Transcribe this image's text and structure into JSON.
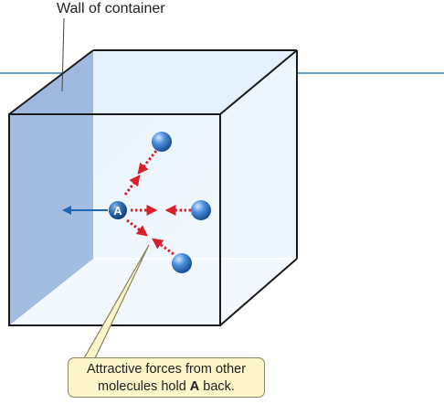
{
  "labels": {
    "wall": "Wall of container",
    "molecule_a": "A",
    "callout_line1": "Attractive forces from other",
    "callout_line2_before": "molecules hold ",
    "callout_line2_bold": "A",
    "callout_line2_after": " back."
  },
  "colors": {
    "wall_fill": "#9fb8df",
    "container_face": "#eaf3fc",
    "edge": "#1a1a1a",
    "surface_line": "#3a82b8",
    "force_arrow": "#d8202a",
    "escape_arrow": "#1f66b5",
    "molecule": "#2f74c4",
    "callout_fill": "#fdf6c8"
  }
}
